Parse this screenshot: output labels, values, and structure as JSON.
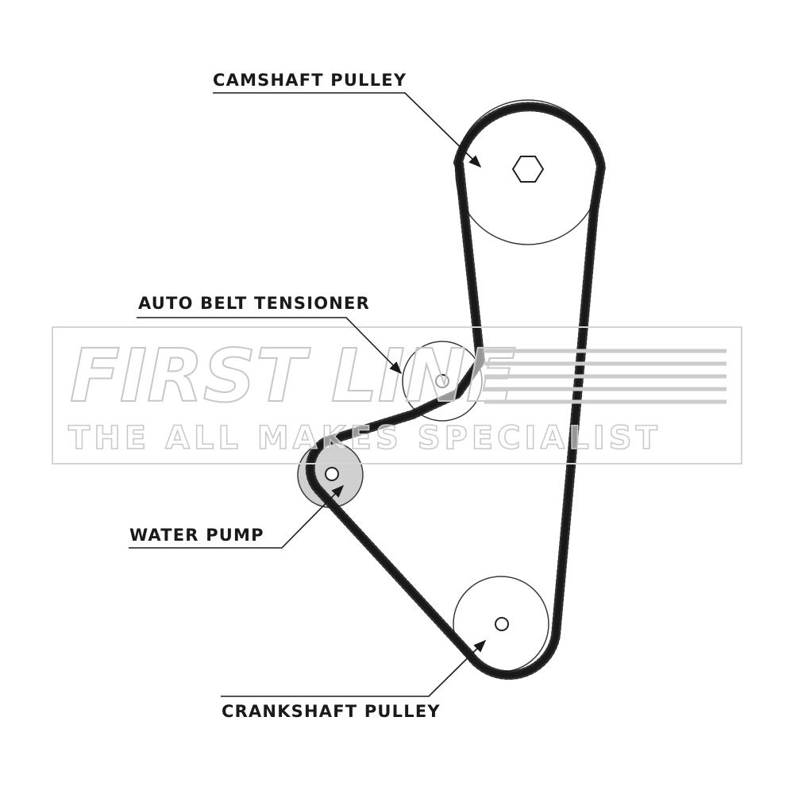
{
  "labels": {
    "camshaft": "CAMSHAFT PULLEY",
    "tensioner": "AUTO BELT TENSIONER",
    "water_pump": "WATER PUMP",
    "crankshaft": "CRANKSHAFT PULLEY"
  },
  "watermark": {
    "brand": "FIRST LINE",
    "tagline": "THE ALL MAKES SPECIALIST"
  },
  "colors": {
    "belt": "#1a1a1a",
    "pulley_outline": "#3a3a3a",
    "water_pump_fill": "#d0d0d0",
    "watermark_stroke": "#c8c8c8"
  }
}
